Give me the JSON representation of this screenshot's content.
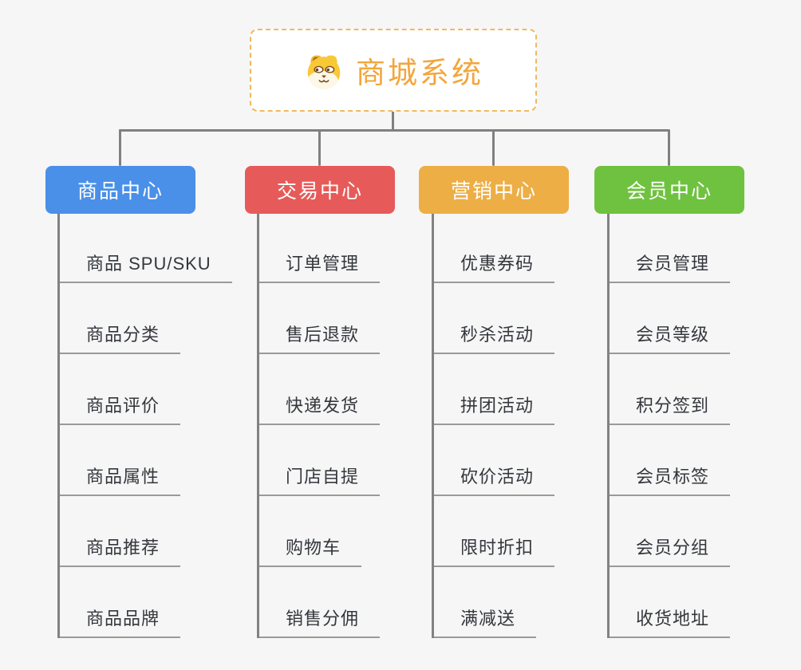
{
  "page": {
    "background": "#F6F6F6",
    "connector_color": "#808080"
  },
  "root": {
    "title": "商城系统",
    "title_color": "#F2A63C",
    "icon": "dog-face-icon"
  },
  "branches": [
    {
      "label": "商品中心",
      "color": "#4A90E8",
      "children": [
        "商品 SPU/SKU",
        "商品分类",
        "商品评价",
        "商品属性",
        "商品推荐",
        "商品品牌"
      ]
    },
    {
      "label": "交易中心",
      "color": "#E65B59",
      "children": [
        "订单管理",
        "售后退款",
        "快递发货",
        "门店自提",
        "购物车",
        "销售分佣"
      ]
    },
    {
      "label": "营销中心",
      "color": "#EDAE45",
      "children": [
        "优惠券码",
        "秒杀活动",
        "拼团活动",
        "砍价活动",
        "限时折扣",
        "满减送"
      ]
    },
    {
      "label": "会员中心",
      "color": "#6FC23F",
      "children": [
        "会员管理",
        "会员等级",
        "积分签到",
        "会员标签",
        "会员分组",
        "收货地址"
      ]
    }
  ]
}
